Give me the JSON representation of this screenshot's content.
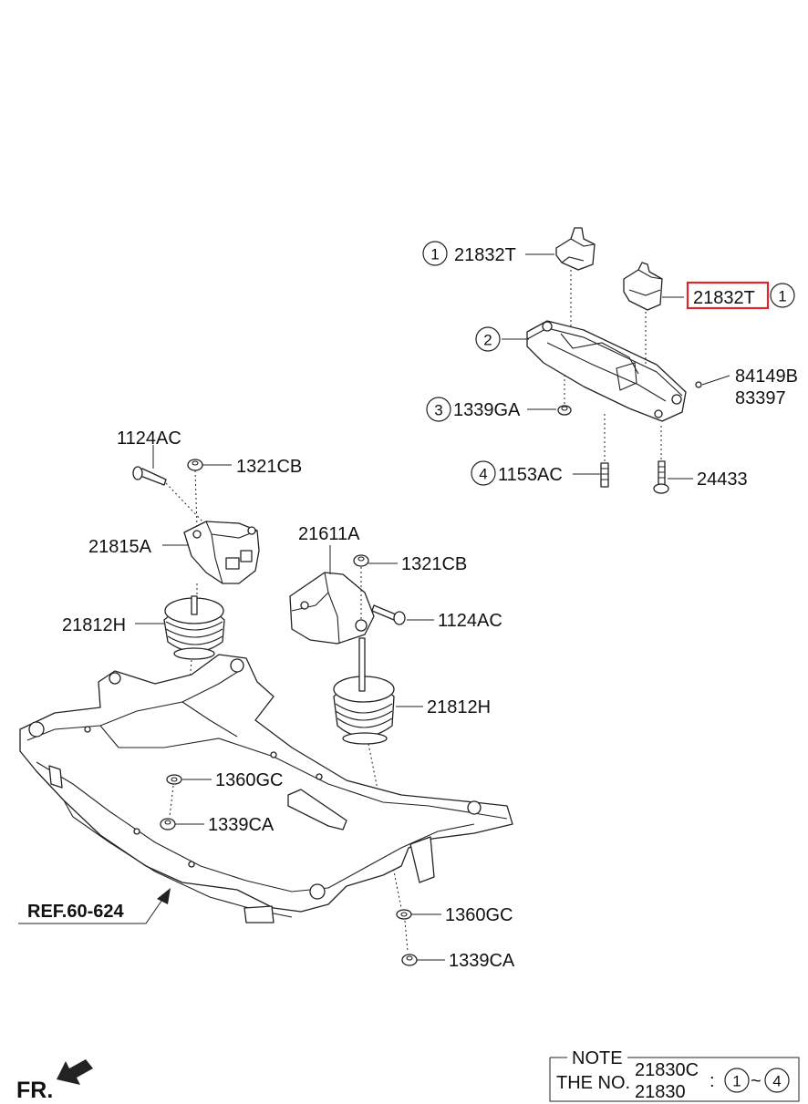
{
  "labels": {
    "p21832T_a": "21832T",
    "p21832T_b": "21832T",
    "p84149B": "84149B",
    "p83397": "83397",
    "p1339GA": "1339GA",
    "p1153AC": "1153AC",
    "p24433": "24433",
    "p1124AC_a": "1124AC",
    "p1321CB_a": "1321CB",
    "p21815A": "21815A",
    "p21812H_a": "21812H",
    "p21611A": "21611A",
    "p1321CB_b": "1321CB",
    "p1124AC_b": "1124AC",
    "p21812H_b": "21812H",
    "p1360GC_a": "1360GC",
    "p1339CA_a": "1339CA",
    "p1360GC_b": "1360GC",
    "p1339CA_b": "1339CA",
    "ref": "REF.60-624",
    "fr": "FR."
  },
  "callouts": {
    "c1a": "1",
    "c1b": "1",
    "c2": "2",
    "c3": "3",
    "c4": "4"
  },
  "note": {
    "title": "NOTE",
    "the_no": "THE NO.",
    "code1": "21830C",
    "code2": "21830",
    "colon": ":",
    "range_start": "1",
    "tilde": "~",
    "range_end": "4"
  },
  "colors": {
    "highlight": "#e0262b",
    "line": "#222222"
  }
}
